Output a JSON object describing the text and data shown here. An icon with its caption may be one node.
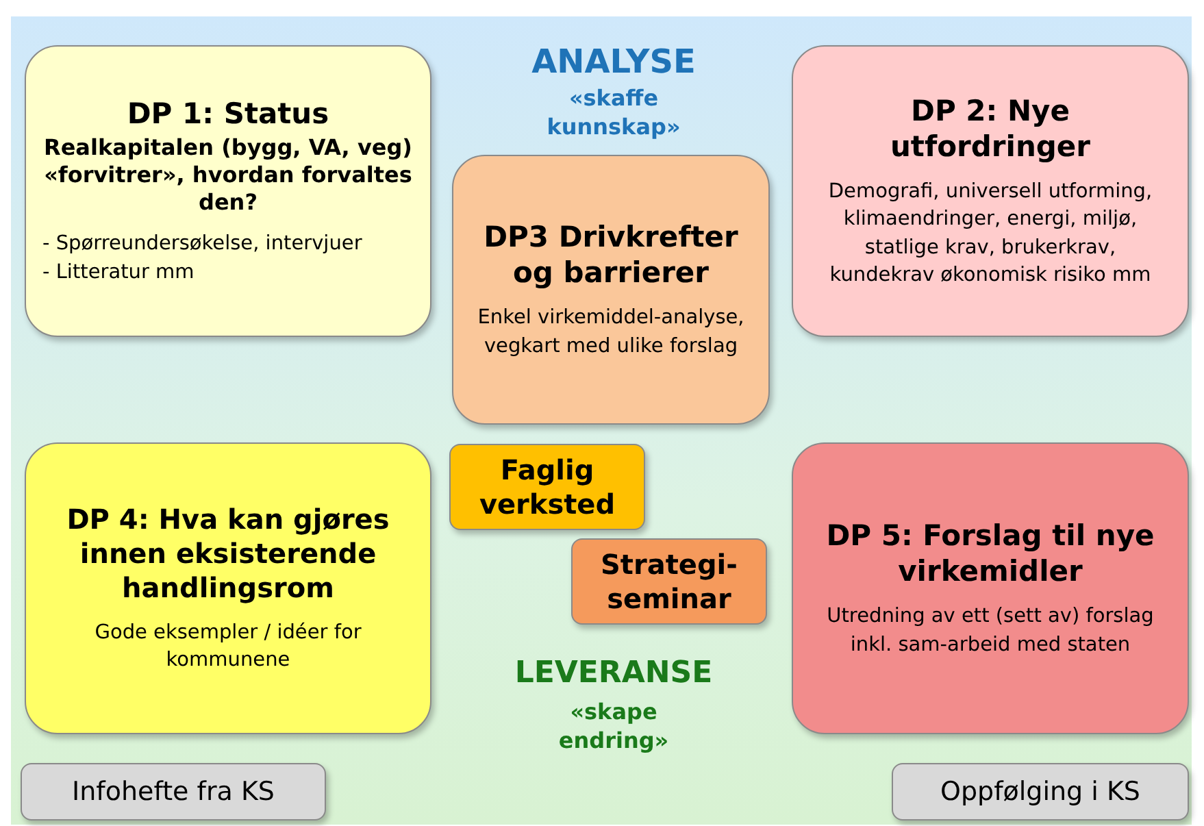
{
  "diagram": {
    "nodes": [
      {
        "text": [
          "DP 1: Status",
          "Realkapitalen (bygg, VA, veg) «forvitrer», hvordan forvaltes den?",
          "- Spørreundersøkelse, intervjuer",
          "- Litteratur mm"
        ]
      },
      {
        "text": [
          "DP 2: Nye utfordringer",
          "Demografi, universell utforming, klimaendringer, energi, miljø, statlige krav, brukerkrav, kundekrav økonomisk risiko mm"
        ]
      },
      {
        "text": [
          "DP3 Drivkrefter og barrierer",
          "Enkel virkemiddel-analyse, vegkart med ulike forslag"
        ]
      },
      {
        "text": [
          "DP 4: Hva kan gjøres innen eksisterende handlingsrom",
          "Gode eksempler / idéer for kommunene"
        ]
      },
      {
        "text": [
          "DP 5: Forslag til nye virkemidler",
          "Utredning av ett (sett av) forslag inkl. sam-arbeid med staten"
        ]
      },
      {
        "text": [
          "Faglig verksted"
        ]
      },
      {
        "text": [
          "Strategi-seminar"
        ]
      },
      {
        "text": [
          "Infohefte fra KS"
        ]
      },
      {
        "text": [
          "Oppfølging i KS"
        ]
      }
    ],
    "labels": [
      "ANALYSE",
      "«skaffe kunnskap»",
      "LEVERANSE",
      "«skape endring»"
    ]
  }
}
